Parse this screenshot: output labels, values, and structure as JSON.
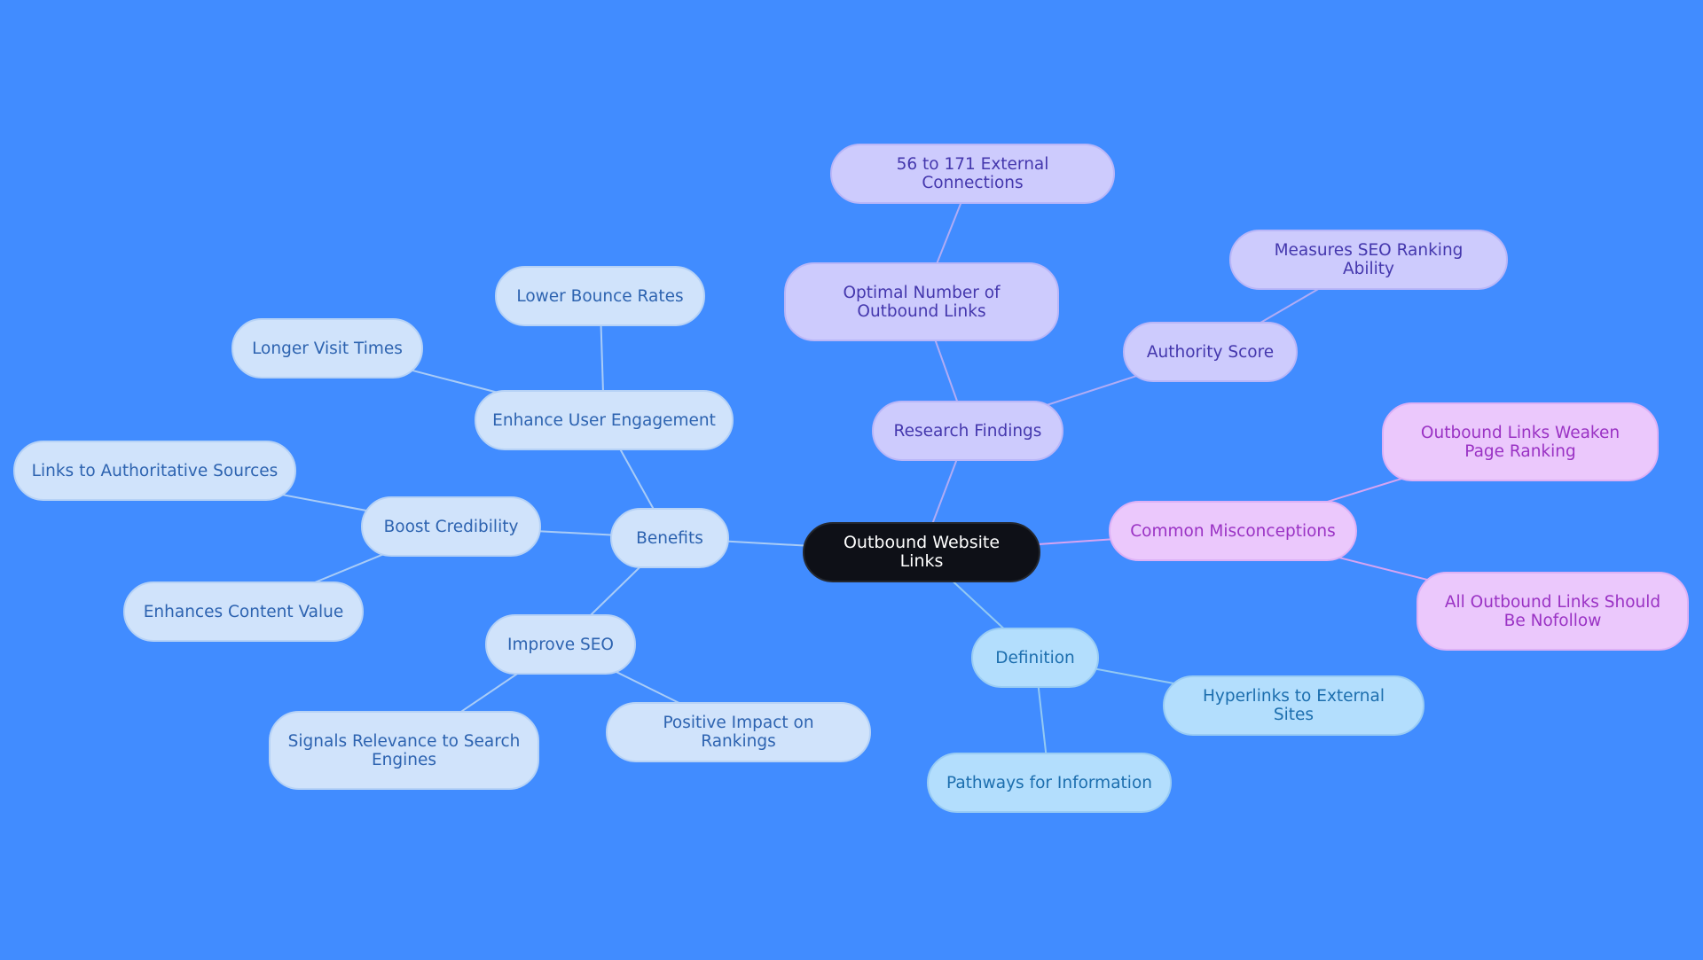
{
  "diagram": {
    "root": "Outbound Website Links",
    "branches": {
      "benefits": {
        "label": "Benefits",
        "enhance_user_engagement": {
          "label": "Enhance User Engagement",
          "lower_bounce_rates": "Lower Bounce Rates",
          "longer_visit_times": "Longer Visit Times"
        },
        "boost_credibility": {
          "label": "Boost Credibility",
          "links_to_authoritative_sources": "Links to Authoritative Sources",
          "enhances_content_value": "Enhances Content Value"
        },
        "improve_seo": {
          "label": "Improve SEO",
          "signals_relevance": "Signals Relevance to Search Engines",
          "positive_impact": "Positive Impact on Rankings"
        }
      },
      "research_findings": {
        "label": "Research Findings",
        "optimal_number": {
          "label": "Optimal Number of Outbound Links",
          "external_connections": "56 to 171 External Connections"
        },
        "authority_score": {
          "label": "Authority Score",
          "measures_seo": "Measures SEO Ranking Ability"
        }
      },
      "common_misconceptions": {
        "label": "Common Misconceptions",
        "weaken_page_ranking": "Outbound Links Weaken Page Ranking",
        "should_be_nofollow": "All Outbound Links Should Be Nofollow"
      },
      "definition": {
        "label": "Definition",
        "hyperlinks": "Hyperlinks to External Sites",
        "pathways": "Pathways for Information"
      }
    },
    "colors": {
      "background": "#418cff",
      "root_fill": "#0e1017",
      "benefits_fill": "#d0e3fb",
      "benefits_text": "#2d63b0",
      "research_fill": "#cdcbfd",
      "research_text": "#4437ad",
      "misconceptions_fill": "#ebc8fc",
      "misconceptions_text": "#9a32c4",
      "definition_fill": "#b3defd",
      "definition_text": "#1c6eae"
    }
  }
}
